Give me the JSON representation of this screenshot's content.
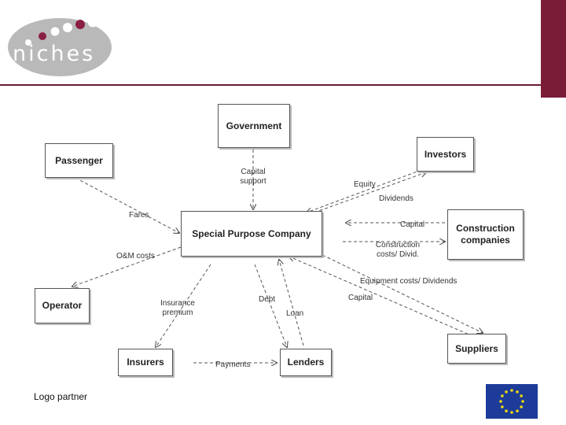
{
  "brand": {
    "logo_text": "niches",
    "accent": "#7a1c38",
    "dot_accent": "#8a1f45"
  },
  "nodes": {
    "government": "Government",
    "passenger": "Passenger",
    "investors": "Investors",
    "spc": "Special Purpose Company",
    "construction": "Construction companies",
    "operator": "Operator",
    "suppliers": "Suppliers",
    "insurers": "Insurers",
    "lenders": "Lenders"
  },
  "flows": {
    "capital_support": "Capital support",
    "equity": "Equity",
    "dividends": "Dividends",
    "fares": "Fares",
    "capital_construction": "Capital",
    "construction_costs": "Construction costs/ Divid.",
    "om_costs": "O&M costs",
    "equipment_costs": "Equipment costs/ Dividends",
    "capital_suppliers": "Capital",
    "insurance_premium": "Insurance premium",
    "debt": "Debt",
    "loan": "Loan",
    "payments": "Payments"
  },
  "footer": {
    "logo_partner": "Logo partner",
    "eu_flag_icon": "eu-flag-icon"
  }
}
